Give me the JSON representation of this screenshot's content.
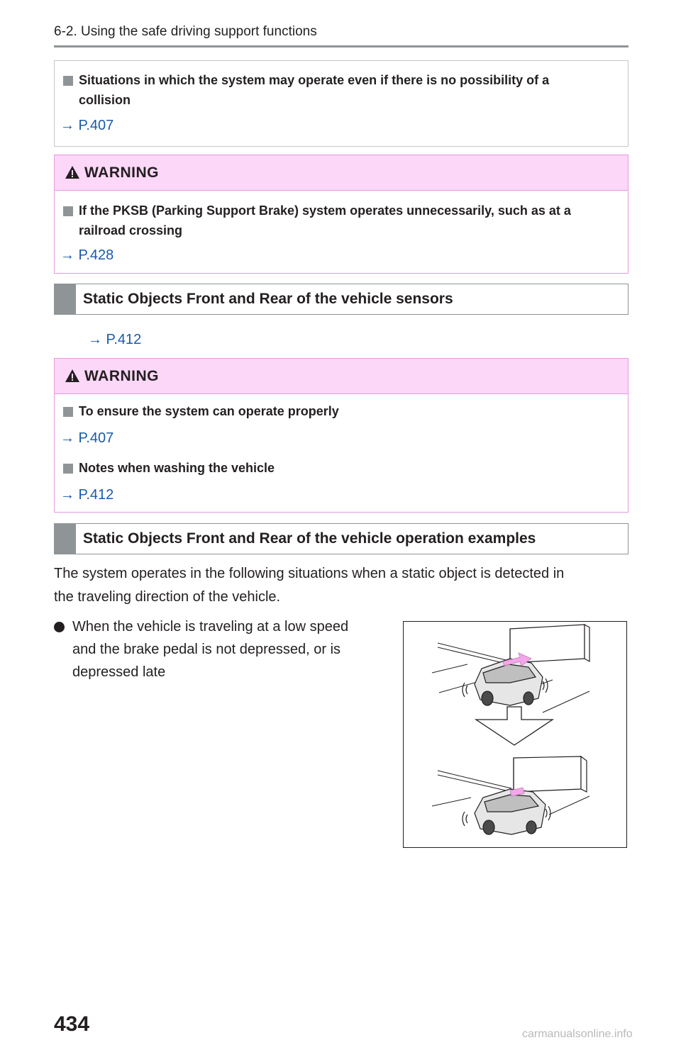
{
  "header": {
    "section": "6-2. Using the safe driving support functions"
  },
  "note_box": {
    "title_line1": "Situations in which the system may operate even if there is no possibility of a",
    "title_line2": "collision",
    "ref": "→ P.407"
  },
  "warning1": {
    "label": "WARNING",
    "item_line1": "If the PKSB (Parking Support Brake) system operates unnecessarily, such as at a",
    "item_line2": "railroad crossing",
    "ref": "→ P.428"
  },
  "section1": {
    "title": "Static Objects Front and Rear of the vehicle sensors",
    "ref": "→ P.412"
  },
  "warning2": {
    "label": "WARNING",
    "item1": "To ensure the system can operate properly",
    "item1_ref": "→ P.407",
    "item2": "Notes when washing the vehicle",
    "item2_ref": "→ P.412"
  },
  "section2": {
    "title": "Static Objects Front and Rear of the vehicle operation examples",
    "intro_line1": "The system operates in the following situations when a static object is detected in",
    "intro_line2": "the traveling direction of the vehicle.",
    "bullet_line1": "When the vehicle is traveling at a low speed",
    "bullet_line2": "and the brake pedal is not depressed, or is",
    "bullet_line3": "depressed late"
  },
  "page_number": "434",
  "watermark": "carmanualsonline.info",
  "colors": {
    "warning_fill": "#fcd7f8",
    "warning_border": "#e59ae0",
    "header_gray": "#8f9496",
    "link_blue": "#1a5aa8",
    "arrow_pink": "#f3a6ea"
  }
}
